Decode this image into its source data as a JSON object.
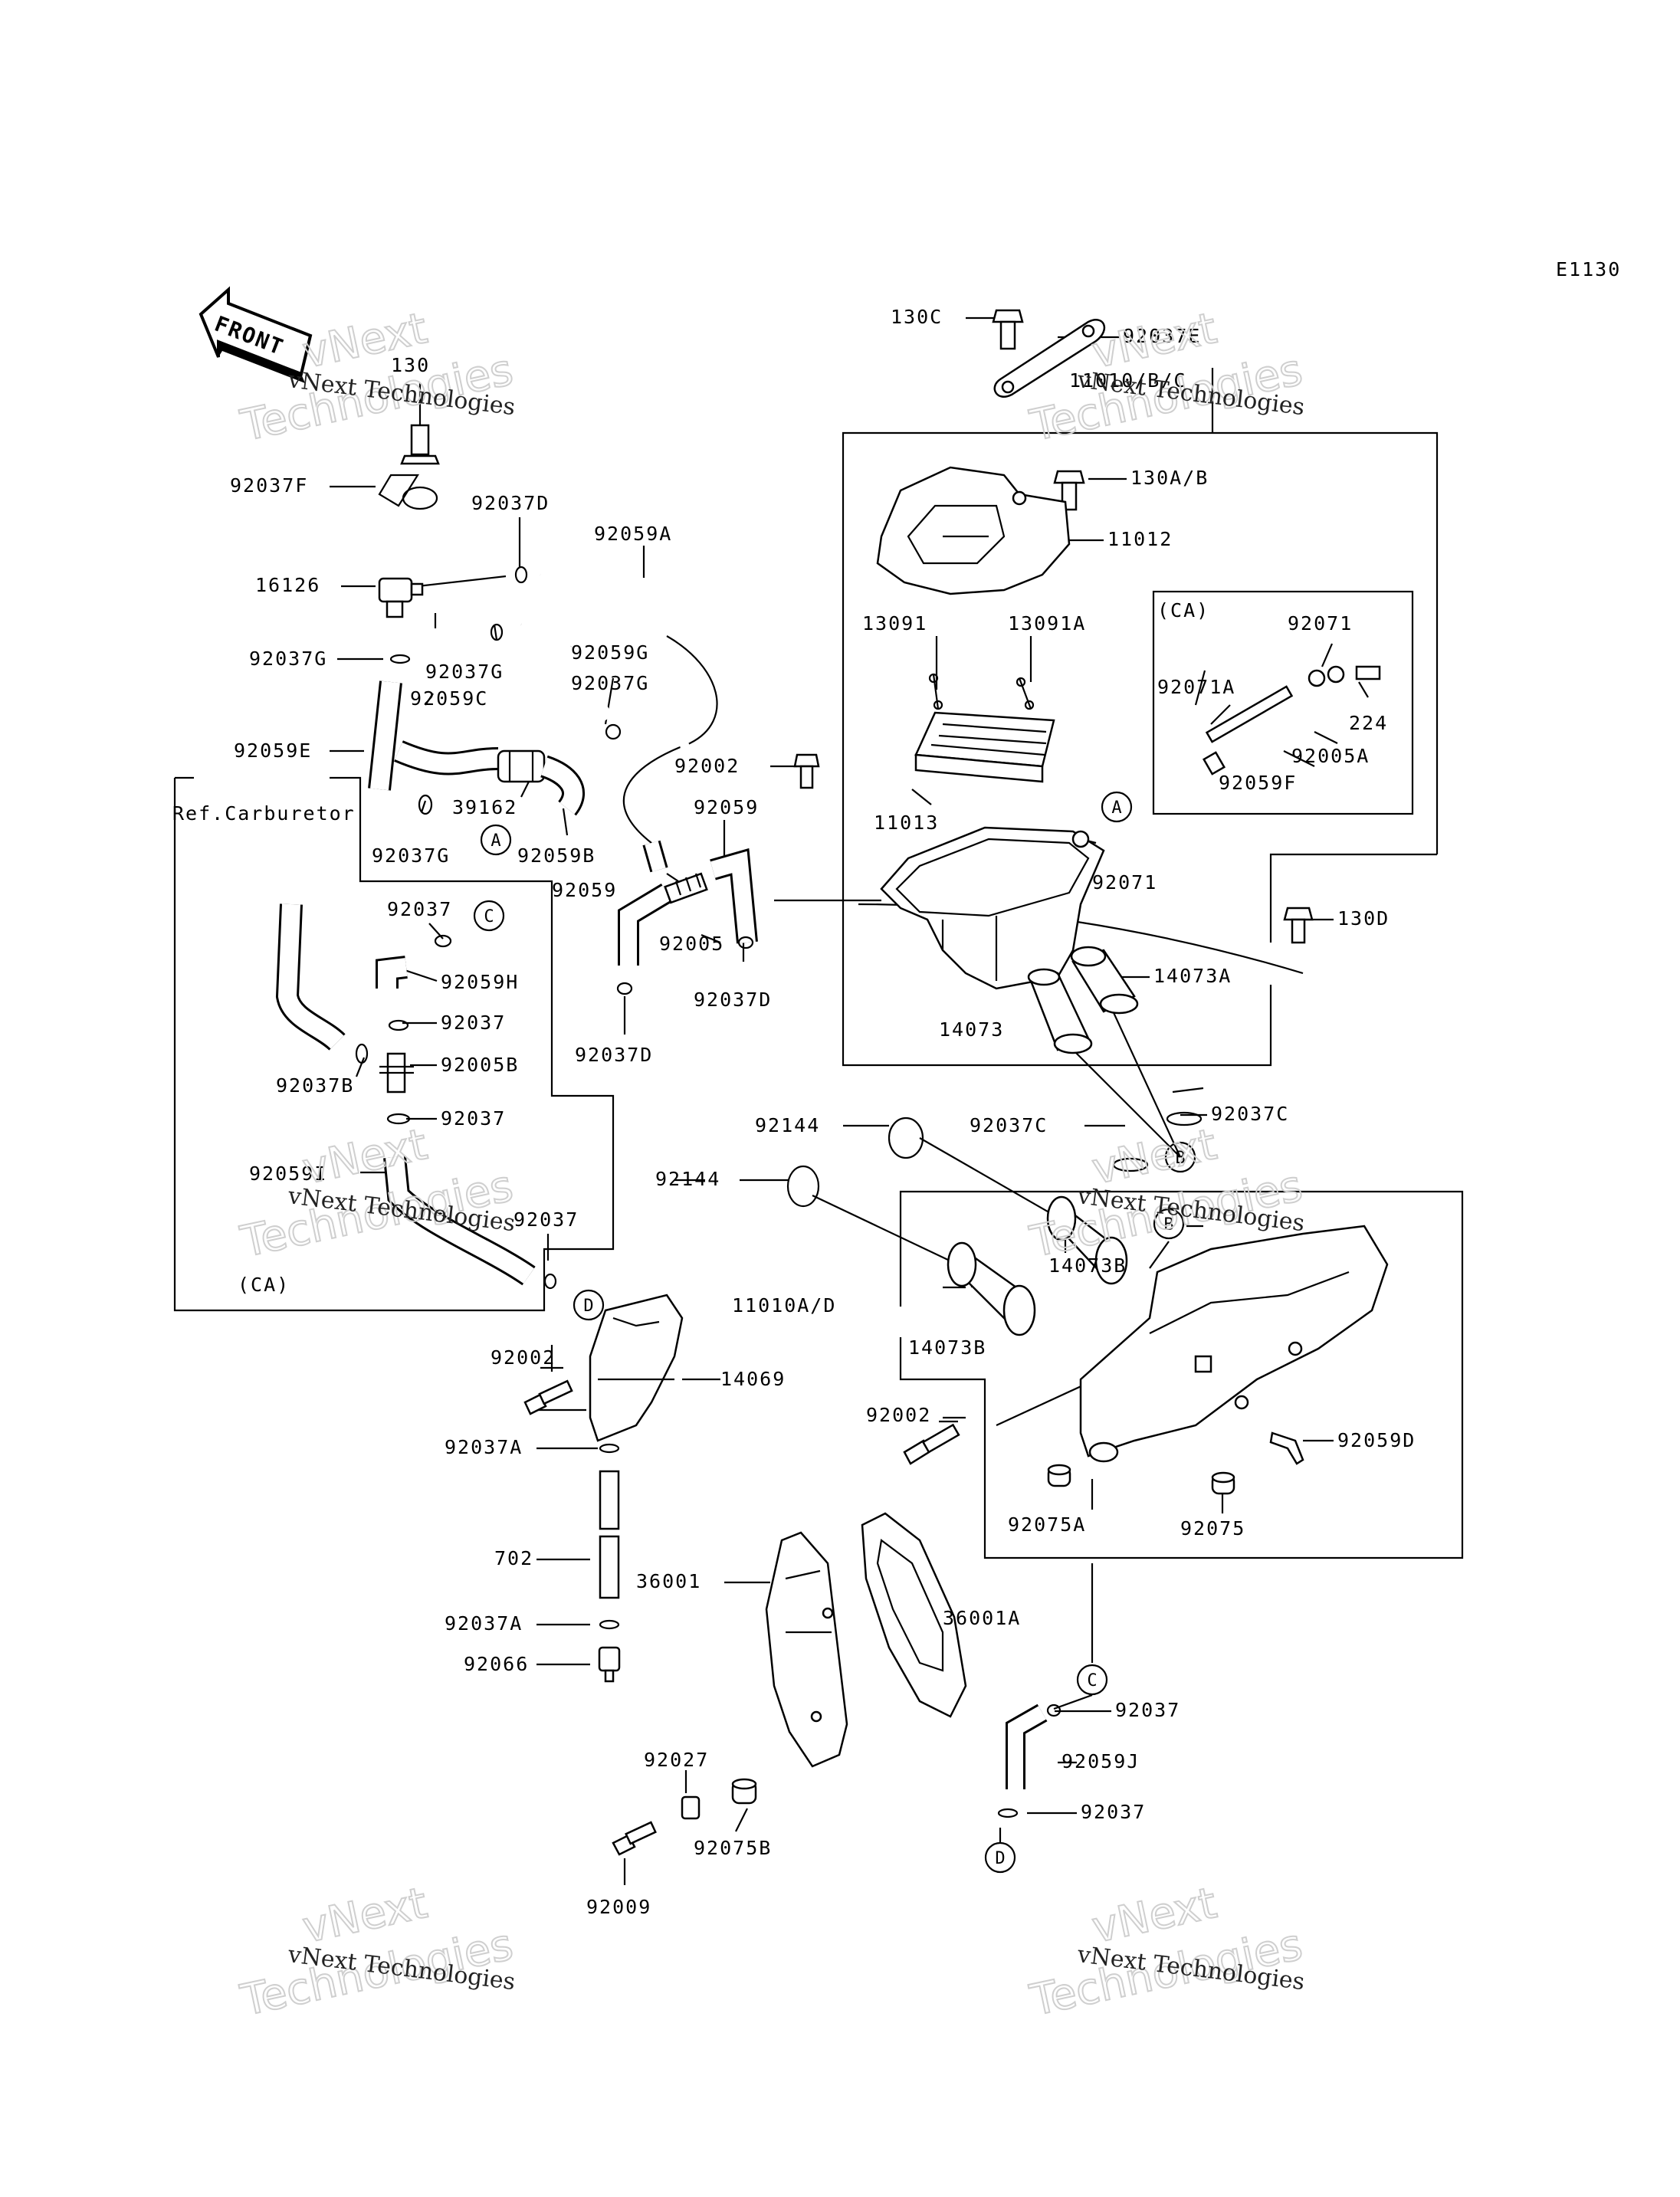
{
  "diagram_code": "E1130",
  "front_arrow": "FRONT",
  "ref_carburetor": "Ref.Carburetor",
  "ca_note": "(CA)",
  "watermark": {
    "line1": "vNext Technologies",
    "line2": "Technologies",
    "line3": "vNext"
  },
  "callouts": {
    "A": "A",
    "B": "B",
    "C": "C",
    "D": "D"
  },
  "labels": {
    "p130": "130",
    "p92037F": "92037F",
    "p92037D": "92037D",
    "p92059A": "92059A",
    "p16126": "16126",
    "p92037G_a": "92037G",
    "p92037G_b": "92037G",
    "p92037G_c": "92037G",
    "p92037G_d": "92037G",
    "p92059G": "92059G",
    "p92059C": "92059C",
    "p92059E": "92059E",
    "p39162": "39162",
    "p92059B": "92059B",
    "p92037_a": "92037",
    "p92059H": "92059H",
    "p92037_b": "92037",
    "p92005B": "92005B",
    "p92037B": "92037B",
    "p92037_c": "92037",
    "p92059I": "92059I",
    "p92037_d": "92037",
    "p92002_a": "92002",
    "p92059_a": "92059",
    "p92059_b": "92059",
    "p92005": "92005",
    "p92037D_b": "92037D",
    "p92037D_c": "92037D",
    "p130C": "130C",
    "p92037E": "92037E",
    "p11010B": "11010/B/C",
    "p130AB": "130A/B",
    "p11012": "11012",
    "p13091": "13091",
    "p13091A": "13091A",
    "p92071_a": "92071",
    "p92071A": "92071A",
    "p224": "224",
    "p92005A": "92005A",
    "p92059F": "92059F",
    "p11013": "11013",
    "p92071_b": "92071",
    "p130D": "130D",
    "p14073A": "14073A",
    "p14073": "14073",
    "p92037C_a": "92037C",
    "p92037C_b": "92037C",
    "p92144_a": "92144",
    "p92144_b": "92144",
    "p11010AD": "11010A/D",
    "p14073B_a": "14073B",
    "p14073B_b": "14073B",
    "p92002_b": "92002",
    "p14069": "14069",
    "p92037A_a": "92037A",
    "p702": "702",
    "p92037A_b": "92037A",
    "p92066": "92066",
    "p92002_c": "92002",
    "p92059D": "92059D",
    "p92075A": "92075A",
    "p92075": "92075",
    "p36001": "36001",
    "p36001A": "36001A",
    "p92037_e": "92037",
    "p92059J": "92059J",
    "p92037_f": "92037",
    "p92027": "92027",
    "p92075B": "92075B",
    "p92009": "92009"
  },
  "colors": {
    "ink": "#000000",
    "paper": "#ffffff",
    "watermark_outline": "#cfcfcf"
  }
}
